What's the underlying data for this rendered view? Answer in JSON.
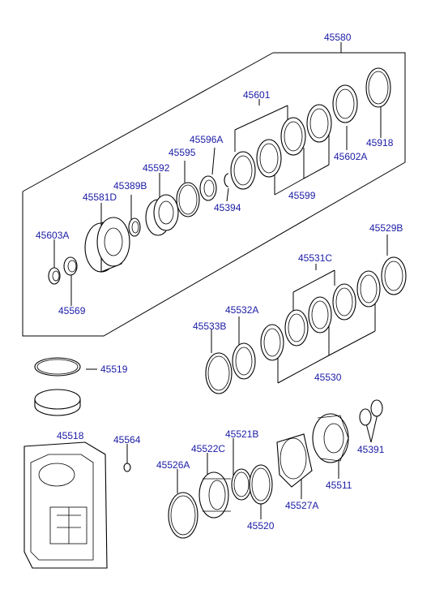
{
  "labels": {
    "p45580": "45580",
    "p45601": "45601",
    "p45596A": "45596A",
    "p45595": "45595",
    "p45592": "45592",
    "p45389B": "45389B",
    "p45581D": "45581D",
    "p45603A": "45603A",
    "p45569": "45569",
    "p45394": "45394",
    "p45599": "45599",
    "p45602A": "45602A",
    "p45918": "45918",
    "p45529B": "45529B",
    "p45531C": "45531C",
    "p45532A": "45532A",
    "p45533B": "45533B",
    "p45530": "45530",
    "p45519": "45519",
    "p45518": "45518",
    "p45564": "45564",
    "p45521B": "45521B",
    "p45522C": "45522C",
    "p45526A": "45526A",
    "p45520": "45520",
    "p45527A": "45527A",
    "p45511": "45511",
    "p45391": "45391"
  },
  "colors": {
    "label": "#1a1aa6",
    "line": "#000000",
    "background": "#ffffff"
  }
}
